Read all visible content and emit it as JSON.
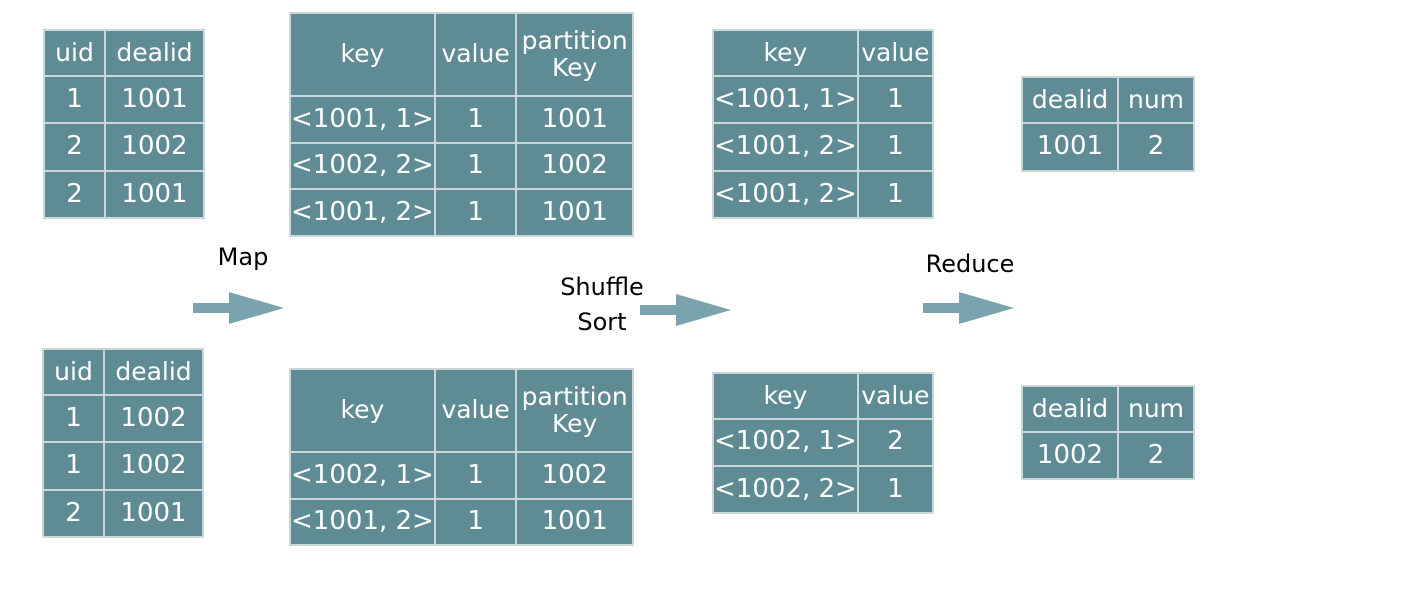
{
  "inputs": [
    {
      "headers": [
        "uid",
        "dealid"
      ],
      "rows": [
        [
          "1",
          "1001"
        ],
        [
          "2",
          "1002"
        ],
        [
          "2",
          "1001"
        ]
      ]
    },
    {
      "headers": [
        "uid",
        "dealid"
      ],
      "rows": [
        [
          "1",
          "1002"
        ],
        [
          "1",
          "1002"
        ],
        [
          "2",
          "1001"
        ]
      ]
    }
  ],
  "mapped": [
    {
      "headers": [
        "key",
        "value",
        "partition\nKey"
      ],
      "rows": [
        [
          "<1001, 1>",
          "1",
          "1001"
        ],
        [
          "<1002, 2>",
          "1",
          "1002"
        ],
        [
          "<1001, 2>",
          "1",
          "1001"
        ]
      ]
    },
    {
      "headers": [
        "key",
        "value",
        "partition\nKey"
      ],
      "rows": [
        [
          "<1002, 1>",
          "1",
          "1002"
        ],
        [
          "<1001, 2>",
          "1",
          "1001"
        ]
      ]
    }
  ],
  "shuffled": [
    {
      "headers": [
        "key",
        "value"
      ],
      "rows": [
        [
          "<1001, 1>",
          "1"
        ],
        [
          "<1001, 2>",
          "1"
        ],
        [
          "<1001, 2>",
          "1"
        ]
      ]
    },
    {
      "headers": [
        "key",
        "value"
      ],
      "rows": [
        [
          "<1002, 1>",
          "2"
        ],
        [
          "<1002, 2>",
          "1"
        ]
      ]
    }
  ],
  "reduced": [
    {
      "headers": [
        "dealid",
        "num"
      ],
      "rows": [
        [
          "1001",
          "2"
        ]
      ]
    },
    {
      "headers": [
        "dealid",
        "num"
      ],
      "rows": [
        [
          "1002",
          "2"
        ]
      ]
    }
  ],
  "labels": {
    "map": "Map",
    "shuffle_line1": "Shuffle",
    "shuffle_line2": "Sort",
    "reduce": "Reduce"
  },
  "colors": {
    "cell_fill": "#5f8b95",
    "cell_border": "#c9d7da",
    "arrow": "#7aa3ae"
  }
}
